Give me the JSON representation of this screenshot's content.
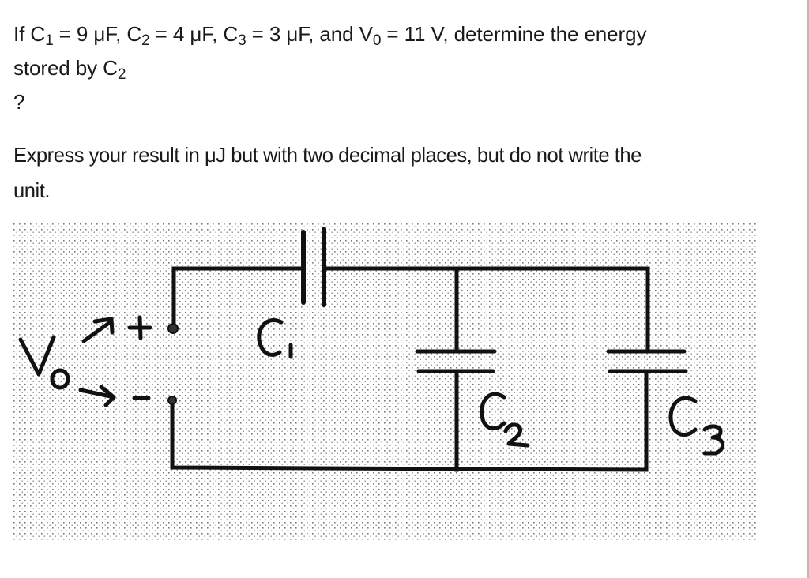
{
  "question": {
    "line1_parts": {
      "prefix": "If C",
      "c1_sub": "1",
      "c1_val": " = 9 μF, C",
      "c2_sub": "2",
      "c2_val": " = 4 μF, C",
      "c3_sub": "3",
      "c3_val": " = 3 μF, and V",
      "v0_sub": "0",
      "v0_val": " = 11 V, determine the energy"
    },
    "line2_parts": {
      "prefix": "stored by C",
      "sub": "2"
    },
    "question_mark": "?"
  },
  "instruction": {
    "line1": "Express your result in μJ but with two decimal places, but do not write the",
    "line2": "unit."
  },
  "figure": {
    "description": "Circuit diagram: source Vo with + and − terminals, C1 in series on top wire, C2 and C3 in parallel between top and bottom wires",
    "labels": {
      "source": "Vo",
      "plus": "+",
      "minus": "−",
      "c1": "C1",
      "c2": "C2",
      "c3": "C3"
    },
    "components": [
      {
        "name": "C1",
        "value": "9 μF",
        "connection": "series"
      },
      {
        "name": "C2",
        "value": "4 μF",
        "connection": "parallel"
      },
      {
        "name": "C3",
        "value": "3 μF",
        "connection": "parallel"
      }
    ],
    "source_voltage": "11 V",
    "colors": {
      "background_dots": "#7a7a7a",
      "ink": "#111111"
    }
  }
}
